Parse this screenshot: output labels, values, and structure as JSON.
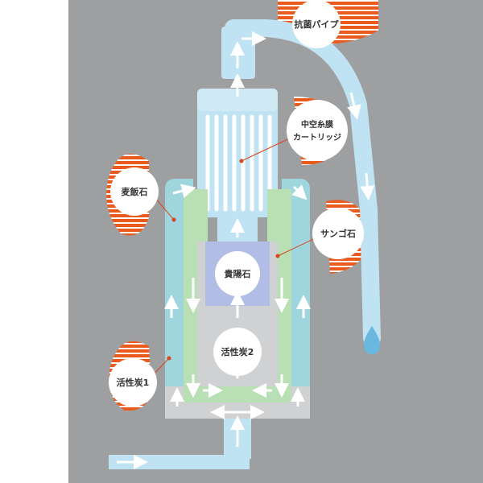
{
  "labels": {
    "antibacterial_pipe": "抗菌パイプ",
    "hollow_fiber_line1": "中空糸膜",
    "hollow_fiber_line2": "カートリッジ",
    "maifan_stone": "麦飯石",
    "coral_stone": "サンゴ石",
    "noble_sun_stone": "貴陽石",
    "activated_carbon_2": "活性炭2",
    "activated_carbon_1": "活性炭1"
  },
  "colors": {
    "background_gray": "#9d9fa1",
    "water_light_blue": "#bfe3f2",
    "column_cyan": "#9fd6de",
    "column_green": "#b9dfb4",
    "purple_zone": "#b1bde5",
    "carbon_gray": "#cfd1d3",
    "accent_orange": "#ea5a1c",
    "leader_red": "#d9461b"
  }
}
